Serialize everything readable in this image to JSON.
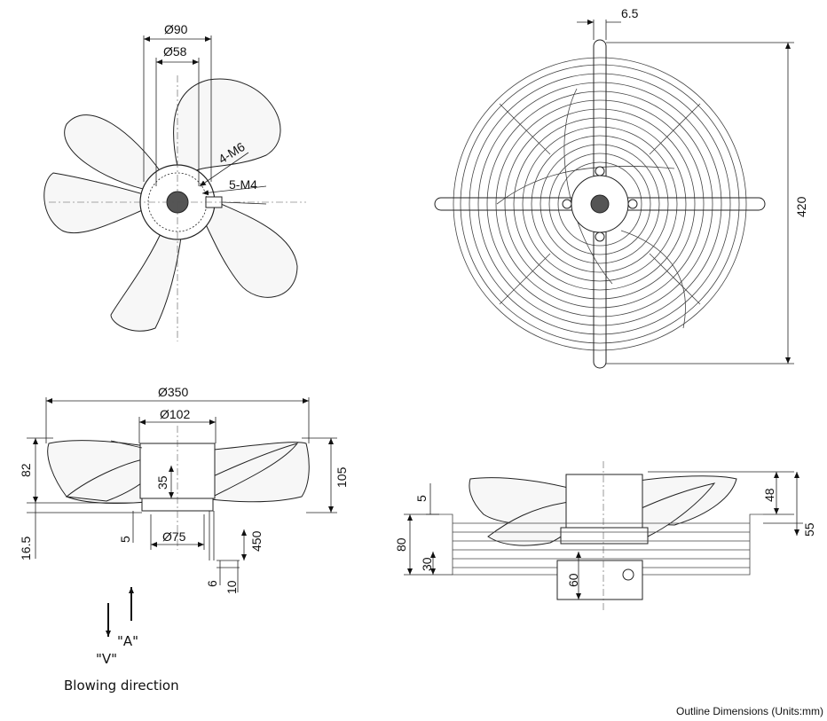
{
  "diagram": {
    "caption": "Outline Dimensions (Units:mm)",
    "blowing_direction": "Blowing direction",
    "arrow_a": "\"A\"",
    "arrow_v": "\"V\"",
    "front_view": {
      "d_outer_hub": "Ø90",
      "d_inner_hub": "Ø58",
      "thread1": "4-M6",
      "thread2": "5-M4"
    },
    "guard_view": {
      "bar_width": "6.5",
      "height": "420"
    },
    "side_view": {
      "d_impeller": "Ø350",
      "d_hub": "Ø102",
      "d_base": "Ø75",
      "h_blade": "82",
      "h_total": "105",
      "h_hub": "35",
      "h_offset": "16.5",
      "s5": "5",
      "cable": "450",
      "s6": "6",
      "s10": "10"
    },
    "guard_side_view": {
      "s5": "5",
      "s80": "80",
      "s30": "30",
      "s60": "60",
      "s48": "48",
      "s55": "55"
    }
  }
}
